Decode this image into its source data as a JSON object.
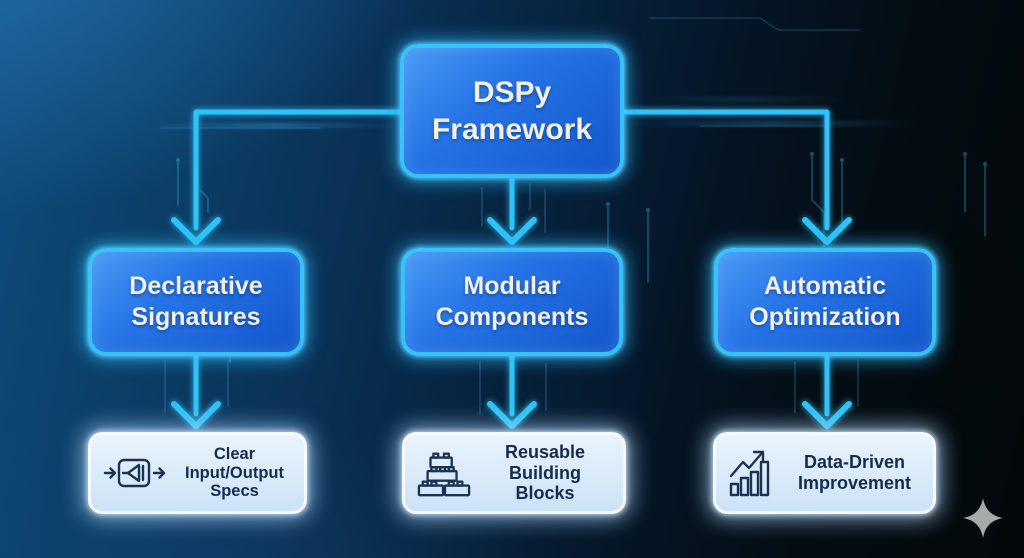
{
  "diagram": {
    "root": {
      "label": "DSPy Framework"
    },
    "level2": [
      {
        "label": "Declarative Signatures"
      },
      {
        "label": "Modular Components"
      },
      {
        "label": "Automatic Optimization"
      }
    ],
    "level3": [
      {
        "label": "Clear Input/Output Specs",
        "icon": "input-output-flow-icon"
      },
      {
        "label": "Reusable Building Blocks",
        "icon": "building-blocks-icon"
      },
      {
        "label": "Data-Driven Improvement",
        "icon": "growth-chart-icon"
      }
    ]
  },
  "icons": {
    "leaf_0": "input-output-flow-icon",
    "leaf_1": "building-blocks-icon",
    "leaf_2": "growth-chart-icon",
    "watermark": "sparkle-icon"
  },
  "colors": {
    "connector": "#2ec3f8",
    "node_border": "#37c2f9",
    "node_fill": "#1f6ce2",
    "node_text": "#f3efe2",
    "leaf_fill": "#d9eafb",
    "leaf_border": "#f4faff",
    "leaf_text": "#142c4e",
    "background_left": "#0f4c7e",
    "background_right": "#03080a"
  }
}
